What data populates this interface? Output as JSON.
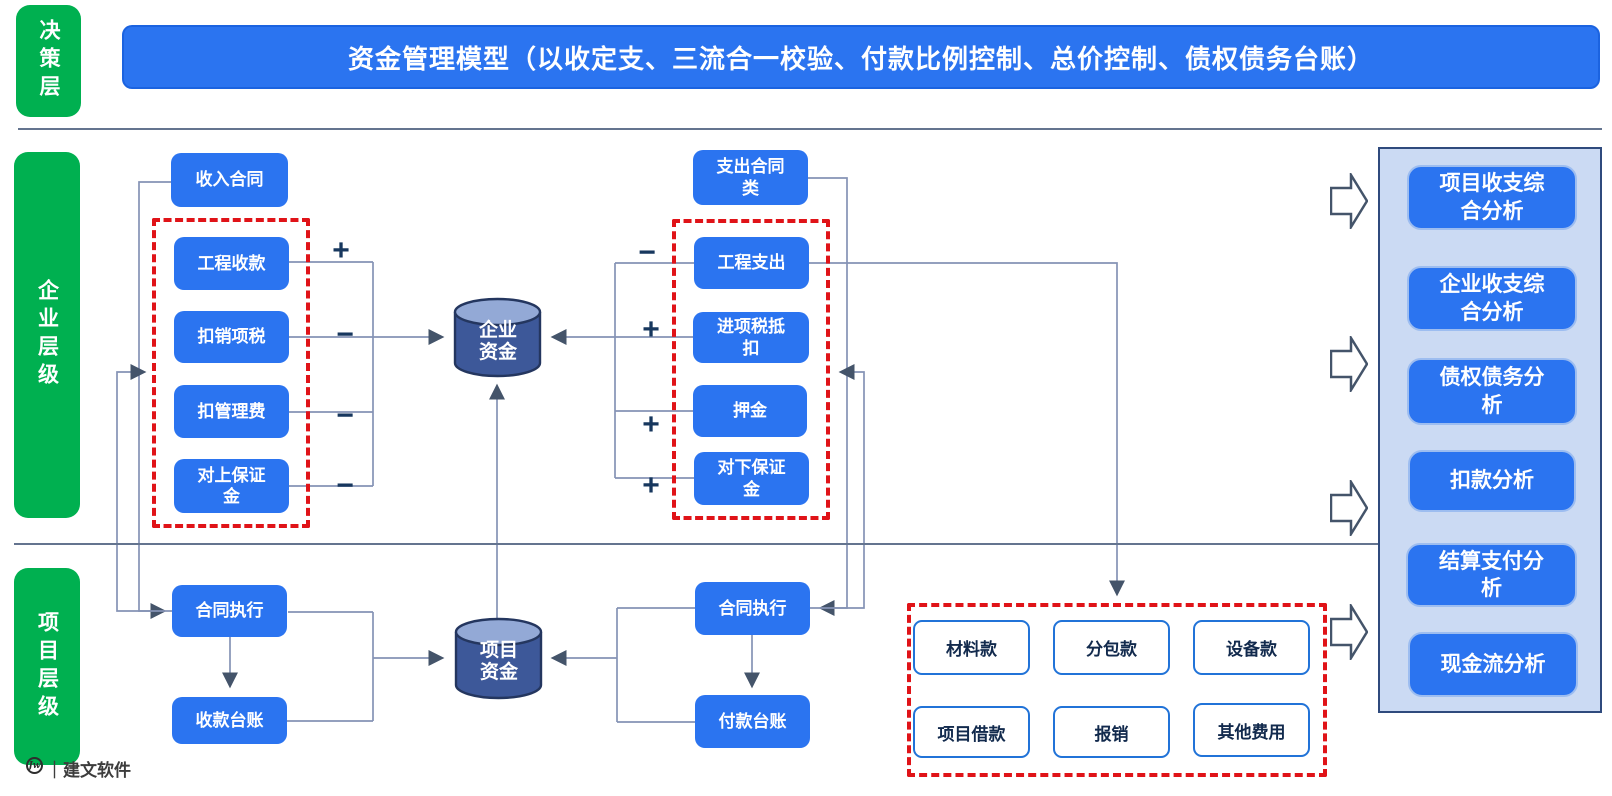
{
  "colors": {
    "primary_blue": "#2B74F0",
    "layer_green": "#00B050",
    "red_dashed": "#E01318",
    "cylinder_body": "#3D5899",
    "cylinder_top": "#93A9D6",
    "panel_bg": "#CBDAF3",
    "panel_border": "#2F4A7D",
    "connector_line": "#8593B5",
    "arrowhead": "#44546A",
    "sign_color": "#17375E"
  },
  "header": {
    "side_label": "决策层",
    "title": "资金管理模型（以收定支、三流合一校验、付款比例控制、总价控制、债权债务台账）"
  },
  "layers": {
    "enterprise": "企业层级",
    "project": "项目层级"
  },
  "enterprise_flow": {
    "income_contract": "收入合同",
    "income_items": [
      "工程收款",
      "扣销项税",
      "扣管理费",
      "对上保证金"
    ],
    "income_signs": [
      "+",
      "−",
      "−",
      "−"
    ],
    "enterprise_fund": "企业资金",
    "expense_contract": "支出合同类",
    "expense_items": [
      "工程支出",
      "进项税抵扣",
      "押金",
      "对下保证金"
    ],
    "expense_signs": [
      "−",
      "+",
      "+",
      "+"
    ]
  },
  "project_flow": {
    "contract_exec_income": "合同执行",
    "receipt_ledger": "收款台账",
    "project_fund": "项目资金",
    "contract_exec_expense": "合同执行",
    "payment_ledger": "付款台账",
    "payment_items": [
      "材料款",
      "分包款",
      "设备款",
      "项目借款",
      "报销",
      "其他费用"
    ]
  },
  "analysis": {
    "items": [
      "项目收支综合分析",
      "企业收支综合分析",
      "债权债务分析",
      "扣款分析",
      "结算支付分析",
      "现金流分析"
    ]
  },
  "footer": {
    "logo_mark": "Jw",
    "brand": "｜建文软件"
  }
}
